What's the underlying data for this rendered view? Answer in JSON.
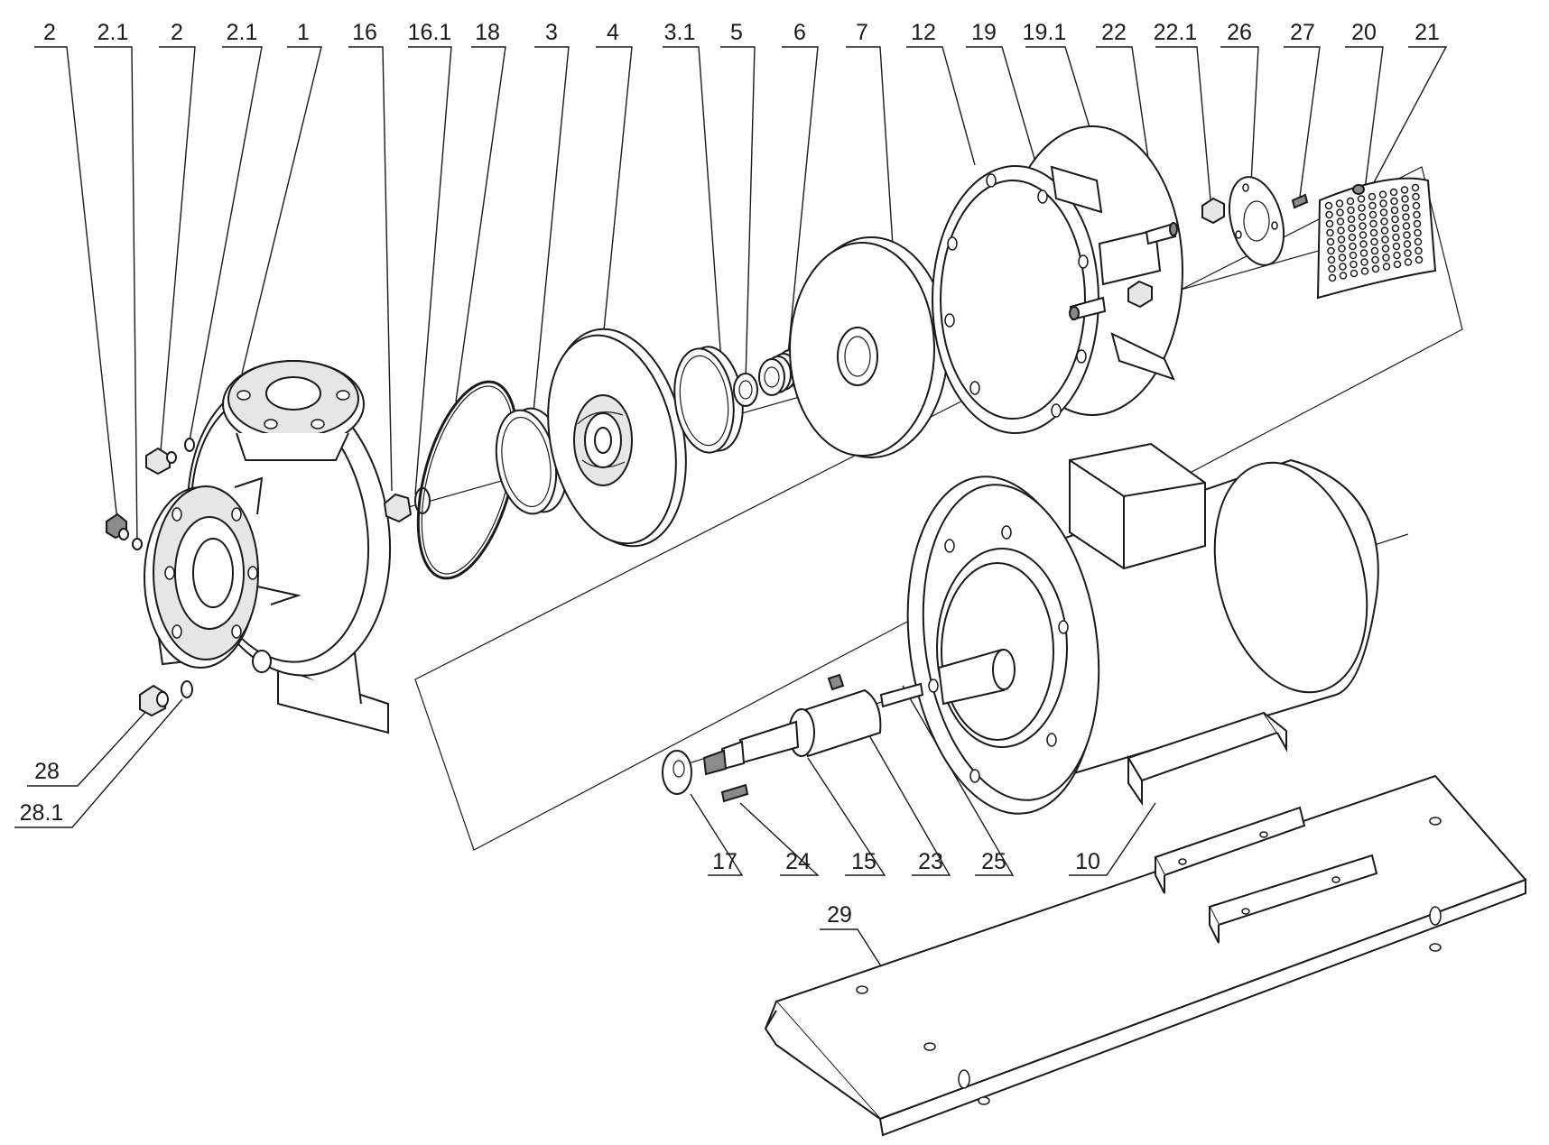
{
  "labels_top": [
    "2",
    "2.1",
    "2",
    "2.1",
    "1",
    "16",
    "16.1",
    "18",
    "3",
    "4",
    "3.1",
    "5",
    "6",
    "7",
    "12",
    "19",
    "19.1",
    "22",
    "22.1",
    "26",
    "27",
    "20",
    "21"
  ],
  "labels_bottom": [
    "17",
    "24",
    "15",
    "23",
    "25",
    "10"
  ],
  "labels_left": [
    "28",
    "28.1"
  ],
  "label_base": "29"
}
